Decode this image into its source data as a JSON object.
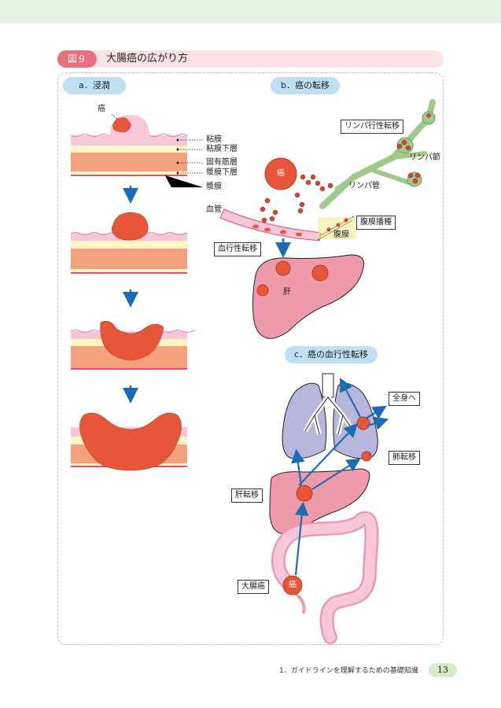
{
  "figure": {
    "badge": "図９",
    "title": "大腸癌の広がり方"
  },
  "panel_a": {
    "label": "a．浸潤",
    "cancer_label": "癌",
    "layers": [
      "粘膜",
      "粘膜下層",
      "固有筋層",
      "漿膜下層",
      "漿膜"
    ]
  },
  "panel_b": {
    "label": "b．癌の転移",
    "cancer_label": "癌",
    "lymph_spread": "リンパ行性転移",
    "lymph_node": "リンパ節",
    "lymph_vessel": "リンパ管",
    "blood_vessel": "血管",
    "peritoneum": "腹膜",
    "peritoneal_seeding": "腹膜播種",
    "hematogenous": "血行性転移",
    "liver": "肝"
  },
  "panel_c": {
    "label": "c．癌の血行性転移",
    "whole_body": "全身へ",
    "lung_meta": "肺転移",
    "liver_meta": "肝転移",
    "colon_cancer": "大腸癌",
    "cancer_label": "癌"
  },
  "footer": {
    "text": "1．ガイドラインを理解するための基礎知識",
    "page": "13"
  },
  "colors": {
    "tumor": "#e8563a",
    "mucosa": "#f7c6d8",
    "submucosa": "#fdf5c4",
    "muscle": "#f4a27e",
    "serosa": "#e04f72",
    "liver": "#ee9aa9",
    "lung": "#b8b6dd",
    "lymph": "#9ec98a",
    "arrow": "#1a6db5",
    "pill": "#bfe0f2",
    "fig_badge": "#e9707f",
    "fig_bar": "#fbe2e6"
  }
}
